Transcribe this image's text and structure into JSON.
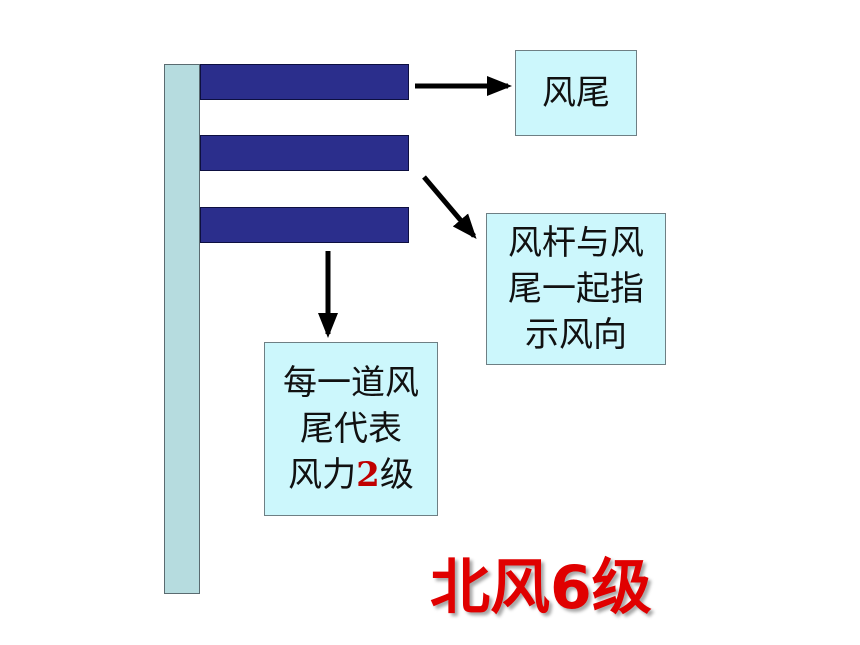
{
  "diagram": {
    "tail_label": "风尾",
    "direction_label": [
      "风杆与风",
      "尾一起指",
      "示风向"
    ],
    "speed_label": {
      "line1": "每一道风",
      "line2": "尾代表",
      "line3_prefix": "风力",
      "line3_number": "2",
      "line3_suffix": "级"
    },
    "caption": "北风6级"
  },
  "colors": {
    "pole": "#b6dcdf",
    "barb": "#2b2e8c",
    "label_box": "#ccf7fc",
    "caption": "#e00000",
    "highlight": "#c00000"
  }
}
